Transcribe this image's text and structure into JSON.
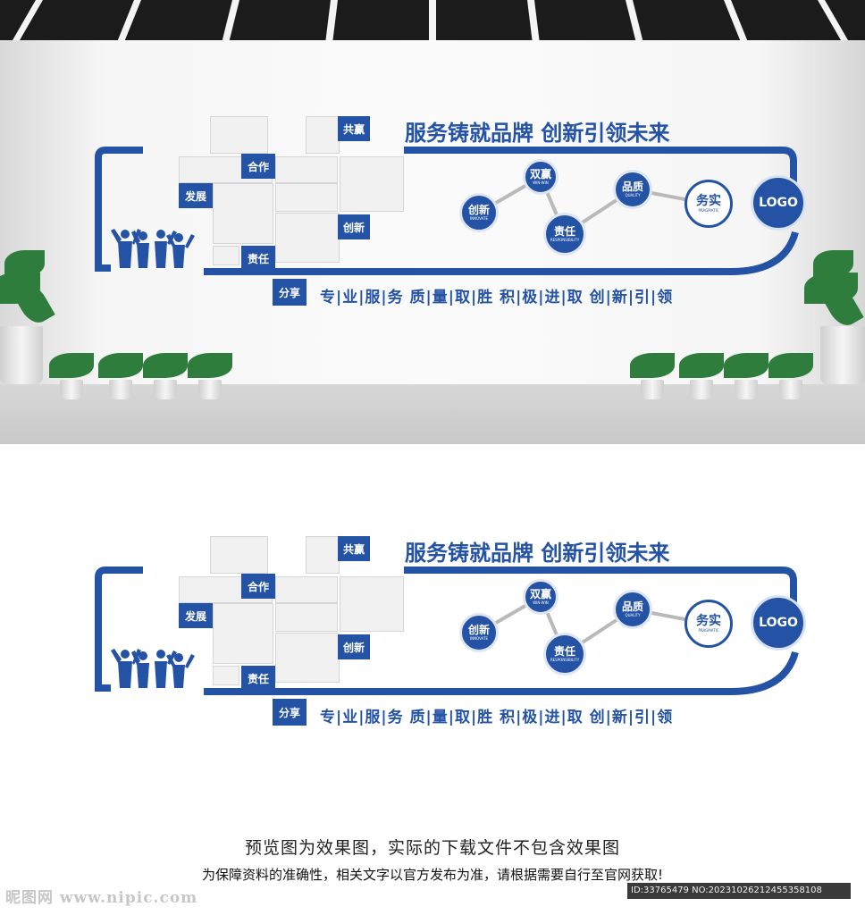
{
  "slogan": "服务铸就品牌  创新引领未来",
  "tagline": "专|业|服|务 质|量|取|胜 积|极|进|取 创|新|引|领",
  "logo": "LOGO",
  "tags": {
    "share": "共赢",
    "cooperate": "合作",
    "develop": "发展",
    "innovate": "创新",
    "responsibility": "责任",
    "sharing": "分享"
  },
  "bubbles": [
    {
      "cn": "创新",
      "en": "INNOVATE"
    },
    {
      "cn": "双赢",
      "en": "WIN-WIN"
    },
    {
      "cn": "责任",
      "en": "RESPONSIBILITY"
    },
    {
      "cn": "品质",
      "en": "QUALITY"
    },
    {
      "cn": "务实",
      "en": "PRAGMATIC"
    }
  ],
  "caption_line1": "预览图为效果图，实际的下载文件不包含效果图",
  "caption_line2": "为保障资料的准确性，相关文字以官方发布为准，请根据需要自行至官网获取!",
  "watermark": "昵图网 www.nipic.com",
  "id_text": "ID:33765479 NO:20231026212455358108",
  "colors": {
    "brand_blue": "#2453a6",
    "grey_line": "#b9b9b9"
  }
}
